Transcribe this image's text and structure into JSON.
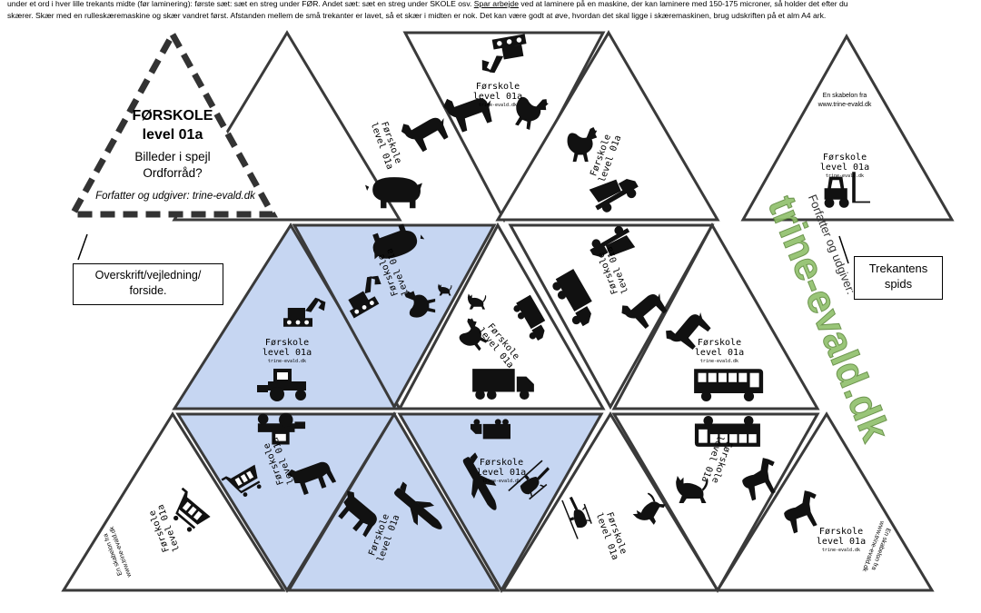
{
  "instructions": {
    "line1_a": "under et ord i hver lille trekants midte (før laminering): første sæt: sæt en streg under FØR. Andet sæt: sæt en streg under SKOLE osv. ",
    "line1_link": "Spar arbejde",
    "line1_b": " ved at laminere på en maskine, der kan laminere med 150-175 microner, så holder det efter du",
    "line2": "skærer. Skær med en rulleskæremaskine og skær vandret først. Afstanden mellem de små trekanter er lavet, så et skær i midten er nok. Det kan være godt at øve, hvordan det skal ligge i skæremaskinen, brug udskriften på et alm A4 ark."
  },
  "cover": {
    "title1": "FØRSKOLE",
    "title2": "level 01a",
    "subtitle1": "Billeder i spejl",
    "subtitle2": "Ordforråd?",
    "author": "Forfatter og udgiver: trine-evald.dk"
  },
  "notes": {
    "left_line1": "Overskrift/vejledning/",
    "left_line2": "forside.",
    "right_line1": "Trekantens",
    "right_line2": "spids"
  },
  "card_label": {
    "line1": "Førskole",
    "line2": "level 01a",
    "small": "trine-evald.dk"
  },
  "template_card": {
    "line1": "En skabelon fra",
    "line2": "www.trine-evald.dk"
  },
  "watermark": {
    "top": "Forfatter og udgiver:",
    "brand": "trine-evald.dk"
  },
  "colors": {
    "blue_fill": "#c6d6f2",
    "outline": "#3a3a3a",
    "watermark": "#8fbf6a"
  },
  "icons": [
    "forklift-icon",
    "excavator-icon",
    "truck-icon",
    "bus-icon",
    "airplane-icon",
    "helicopter-icon",
    "pig-icon",
    "dog-icon",
    "cat-icon",
    "horse-icon",
    "cow-icon",
    "rooster-icon",
    "shopping-cart-icon",
    "dump-truck-icon",
    "tractor-icon"
  ]
}
